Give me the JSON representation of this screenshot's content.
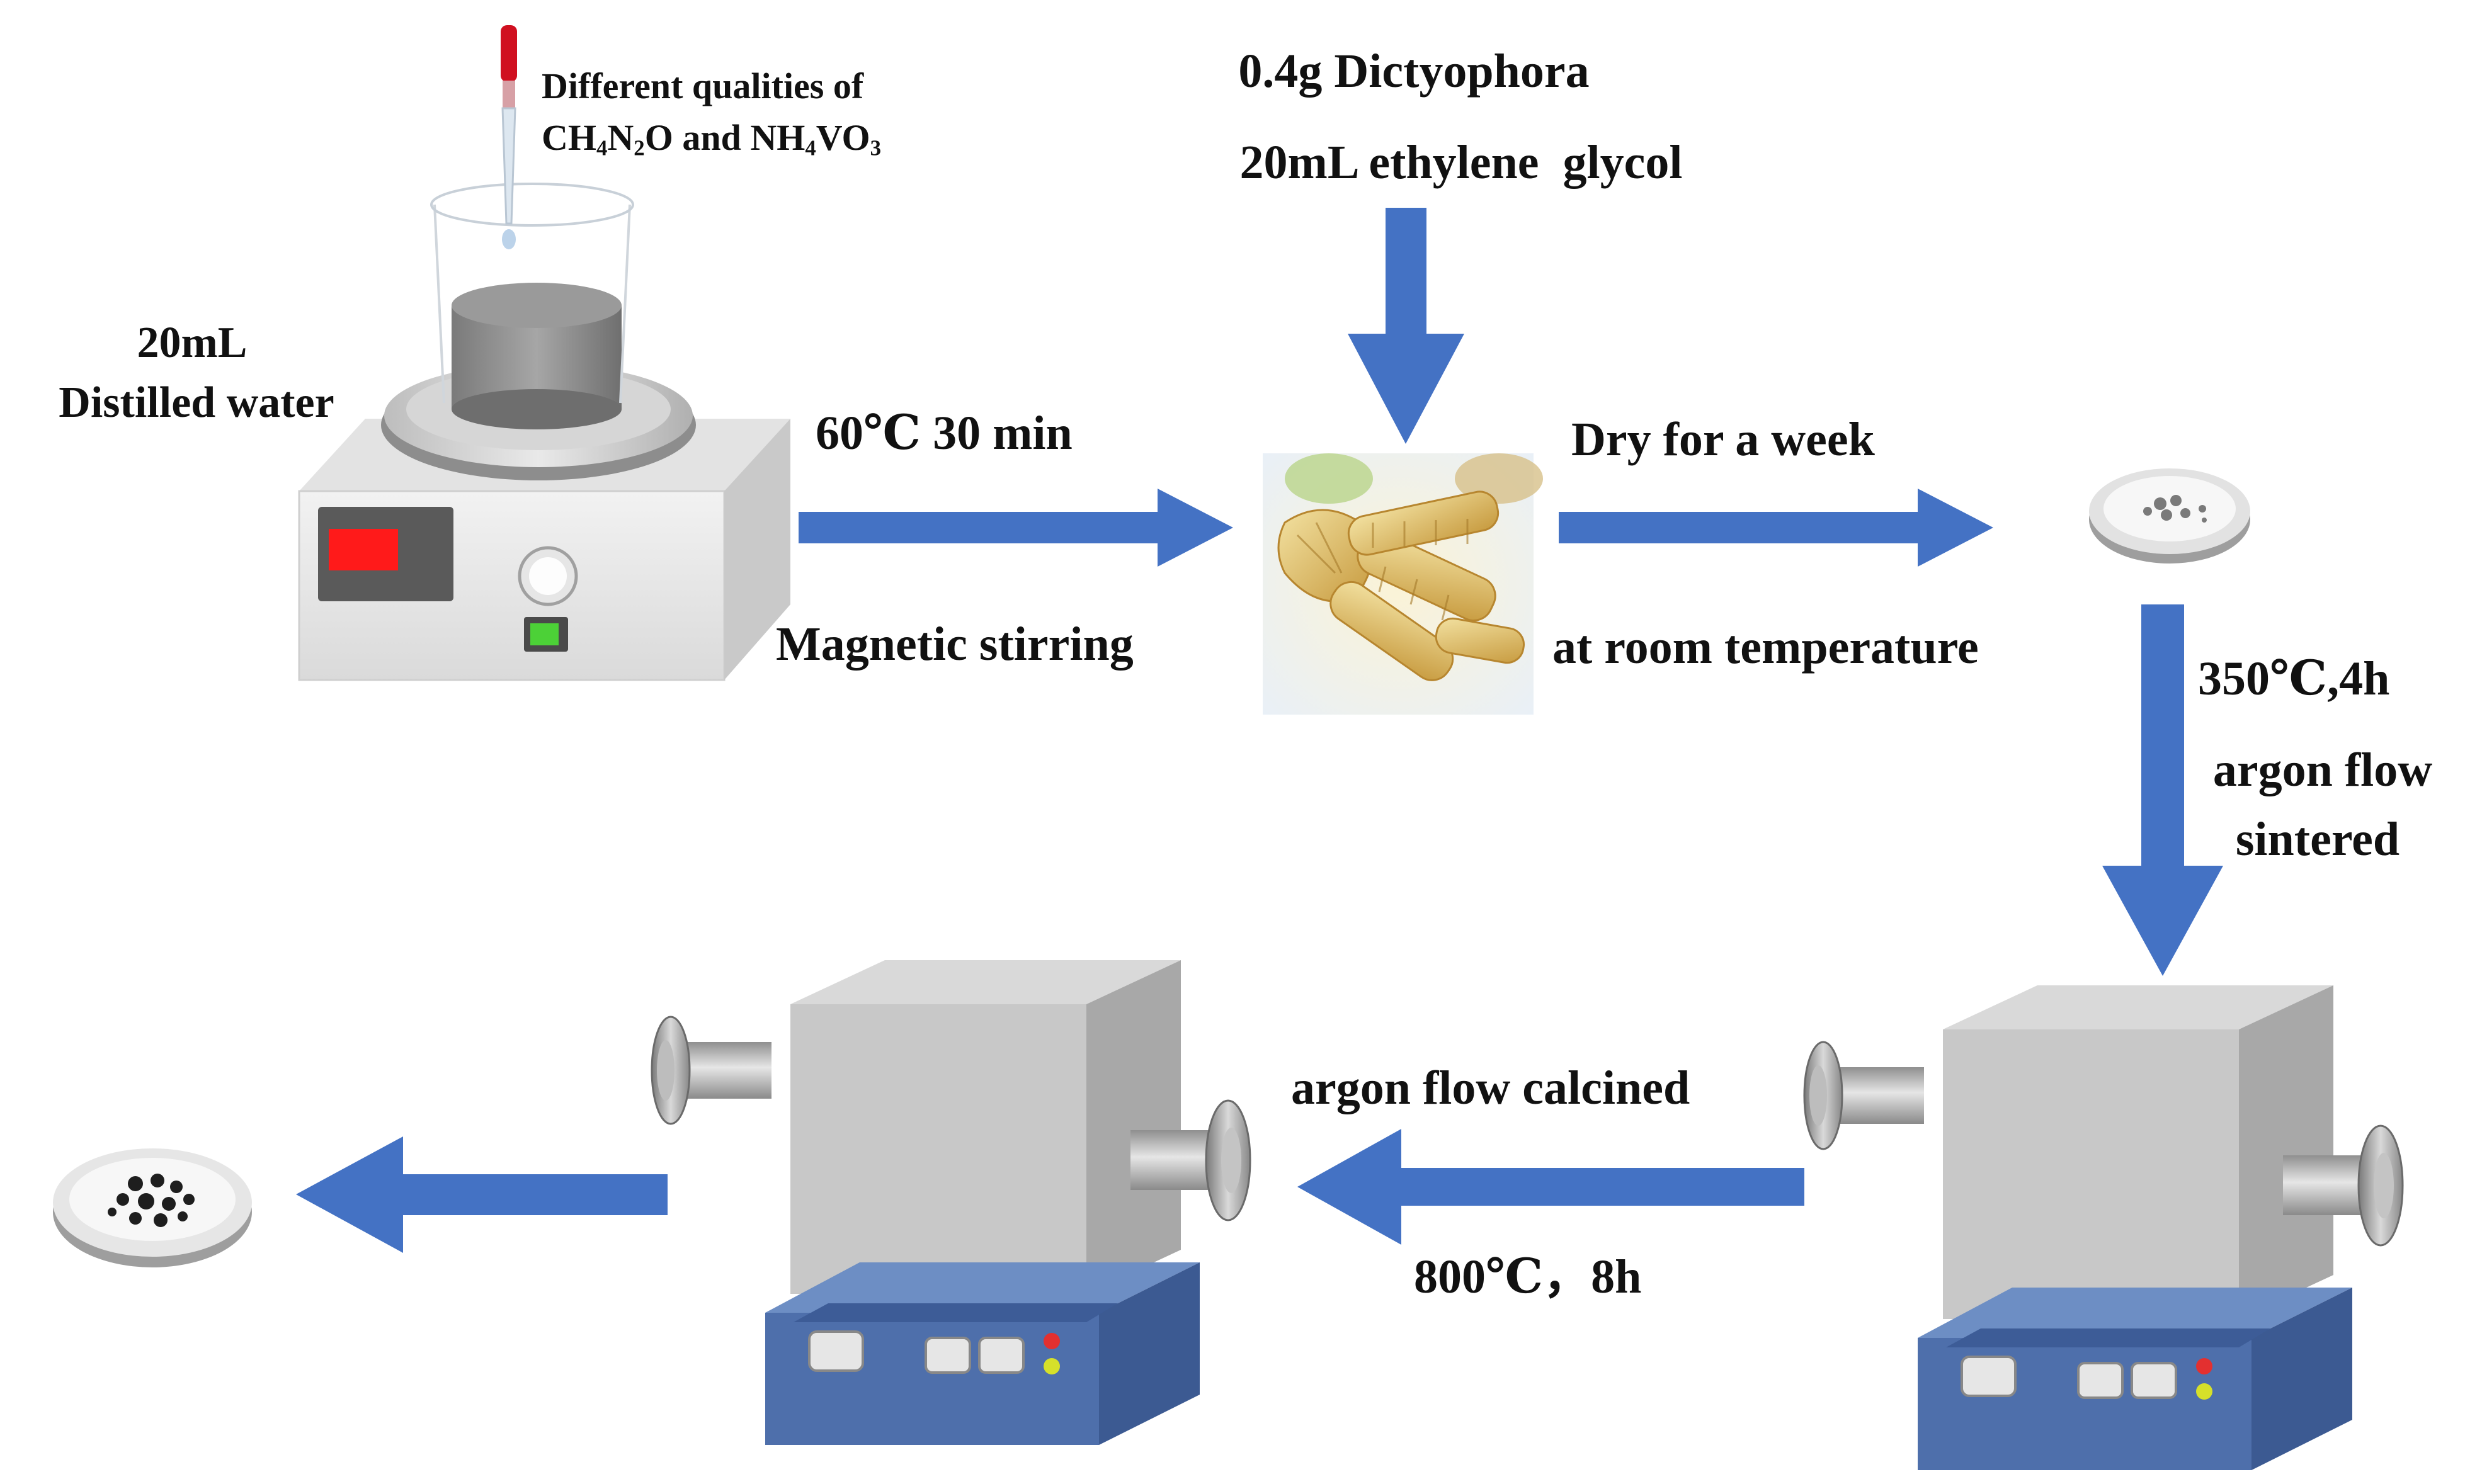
{
  "labels": {
    "reagents_line1": "Different qualities of",
    "reagents_line2_parts": [
      "CH",
      "4",
      "N",
      "2",
      "O and NH",
      "4",
      "VO",
      "3"
    ],
    "water_volume": "20mL",
    "water_name": "Distilled water",
    "stir_condition": "60℃ 30 min",
    "stir_method": "Magnetic stirring",
    "bio_mass": "0.4g Dictyophora",
    "glycol": "20mL ethylene  glycol",
    "dry_duration": "Dry for a week",
    "dry_condition": "at room temperature",
    "sinter_temp": "350℃,4h",
    "sinter_line1": "argon flow",
    "sinter_line2": "sintered",
    "calcine_method": "argon flow calcined",
    "calcine_condition": "800℃，8h"
  },
  "colors": {
    "arrow": "#4472C4",
    "furnace_top": "#d4d4d4",
    "furnace_front": "#c4c4c4",
    "furnace_side": "#a9a9a9",
    "furnace_base_top": "#6d8ec4",
    "furnace_base_front": "#4e6fab",
    "hotplate_display": "#ff1a1a",
    "hotplate_switch": "#4cd137",
    "dropper_tip": "#d01020"
  },
  "icons": [
    "hotplate-stirrer-icon",
    "beaker-icon",
    "dropper-icon",
    "dictyophora-photo",
    "petri-dish-icon",
    "tube-furnace-icon",
    "product-dish-icon"
  ]
}
